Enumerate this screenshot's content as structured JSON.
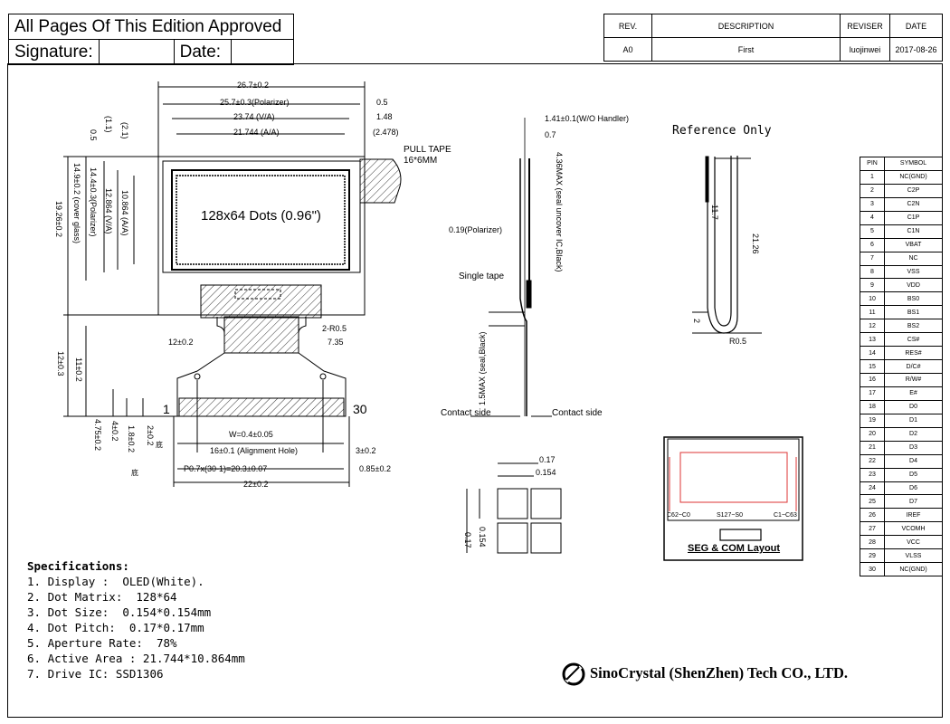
{
  "title_block": {
    "approval": "All Pages Of This Edition Approved",
    "signature_label": "Signature:",
    "date_label": "Date:"
  },
  "revision_table": {
    "headers": [
      "REV.",
      "DESCRIPTION",
      "REVISER",
      "DATE"
    ],
    "row": [
      "A0",
      "First",
      "luojinwei",
      "2017-08-26"
    ]
  },
  "front_view": {
    "display_label": "128x64 Dots (0.96\")",
    "pull_tape": "PULL TAPE",
    "pull_tape_size": "16*6MM",
    "pin_first": "1",
    "pin_last": "30",
    "dims": {
      "w_total": "26.7±0.2",
      "w_polarizer": "25.7±0.3(Polarizer)",
      "w_va": "23.74 (V/A)",
      "w_aa": "21.744 (A/A)",
      "r_05": "0.5",
      "r_148": "1.48",
      "r_2478": "(2.478)",
      "h_total": "19.26±0.2",
      "h_cover": "14.9±0.2 (cover glass)",
      "h_polarizer": "14.4±0.3(Polarizer)",
      "h_va": "12.864 (V/A)",
      "h_aa": "10.864 (A/A)",
      "l_05": "0.5",
      "l_11": "(1.1)",
      "l_21": "(2.1)",
      "tail_12": "12±0.2",
      "tail_735": "7.35",
      "tail_r05": "2-R0.5",
      "h_12": "12±0.3",
      "h_11": "11±0.2",
      "h_475": "4.75±0.2",
      "h_4": "4±0.2",
      "h_18": "1.8±0.2",
      "h_2": "2±0.2",
      "w_04": "W=0.4±0.05",
      "align_hole": "16±0.1 (Alignment Hole)",
      "d_3": "3±0.2",
      "pitch": "P0.7x(30-1)=20.3±0.07",
      "d_085": "0.85±0.2",
      "d_22": "22±0.2",
      "cjk_1": "底",
      "cjk_2": "底"
    }
  },
  "side_view": {
    "handler": "1.41±0.1(W/O Handler)",
    "d_07": "0.7",
    "seal": "4.36MAX (seal uncover IC,Black)",
    "polarizer": "0.19(Polarizer)",
    "single_tape": "Single tape",
    "seal_black": "1.5MAX (seal,Black)",
    "contact_left": "Contact side",
    "contact_right": "Contact side"
  },
  "reference_view": {
    "title": "Reference Only",
    "d_117": "11.7",
    "d_2126": "21.26",
    "d_2": "2",
    "r_05": "R0.5"
  },
  "dot_detail": {
    "d_017": "0.17",
    "d_0154": "0.154",
    "v_0154": "0.154",
    "v_017": "0.17"
  },
  "layout_box": {
    "left": "C62~C0",
    "mid": "S127~S0",
    "right": "C1~C63",
    "caption": "SEG & COM Layout"
  },
  "pin_table": {
    "headers": [
      "PIN",
      "SYMBOL"
    ],
    "rows": [
      [
        "1",
        "NC(GND)"
      ],
      [
        "2",
        "C2P"
      ],
      [
        "3",
        "C2N"
      ],
      [
        "4",
        "C1P"
      ],
      [
        "5",
        "C1N"
      ],
      [
        "6",
        "VBAT"
      ],
      [
        "7",
        "NC"
      ],
      [
        "8",
        "VSS"
      ],
      [
        "9",
        "VDD"
      ],
      [
        "10",
        "BS0"
      ],
      [
        "11",
        "BS1"
      ],
      [
        "12",
        "BS2"
      ],
      [
        "13",
        "CS#"
      ],
      [
        "14",
        "RES#"
      ],
      [
        "15",
        "D/C#"
      ],
      [
        "16",
        "R/W#"
      ],
      [
        "17",
        "E#"
      ],
      [
        "18",
        "D0"
      ],
      [
        "19",
        "D1"
      ],
      [
        "20",
        "D2"
      ],
      [
        "21",
        "D3"
      ],
      [
        "22",
        "D4"
      ],
      [
        "23",
        "D5"
      ],
      [
        "24",
        "D6"
      ],
      [
        "25",
        "D7"
      ],
      [
        "26",
        "IREF"
      ],
      [
        "27",
        "VCOMH"
      ],
      [
        "28",
        "VCC"
      ],
      [
        "29",
        "VLSS"
      ],
      [
        "30",
        "NC(GND)"
      ]
    ]
  },
  "specs": {
    "heading": "Specifications:",
    "items": [
      "1. Display :  OLED(White).",
      "2. Dot Matrix:  128*64",
      "3. Dot Size:  0.154*0.154mm",
      "4. Dot Pitch:  0.17*0.17mm",
      "5. Aperture Rate:  78%",
      "6. Active Area : 21.744*10.864mm",
      "7. Drive IC: SSD1306"
    ]
  },
  "company": "SinoCrystal (ShenZhen) Tech CO., LTD."
}
